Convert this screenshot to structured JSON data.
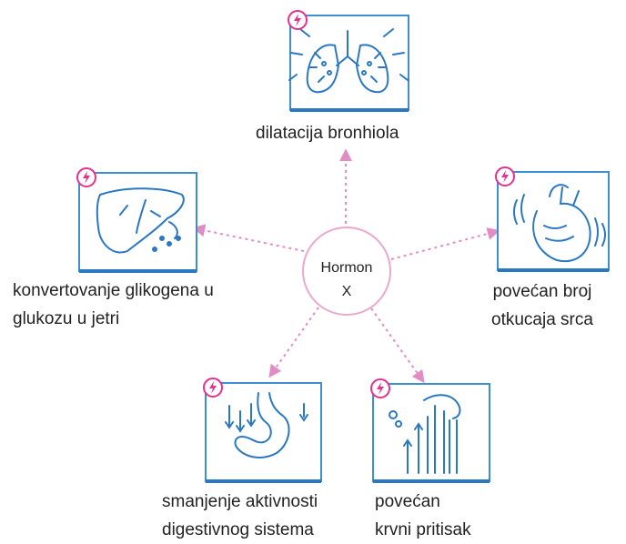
{
  "center": {
    "line1": "Hormon",
    "line2": "X"
  },
  "effects": [
    {
      "id": "lungs",
      "label_lines": [
        "dilatacija bronhiola"
      ]
    },
    {
      "id": "liver",
      "label_lines": [
        "konvertovanje glikogena u",
        "glukozu u jetri"
      ]
    },
    {
      "id": "heart",
      "label_lines": [
        "povećan broj",
        "otkucaja srca"
      ]
    },
    {
      "id": "stomach",
      "label_lines": [
        "smanjenje aktivnosti",
        "digestivnog sistema"
      ]
    },
    {
      "id": "vessels",
      "label_lines": [
        "povećan",
        "krvni pritisak"
      ]
    }
  ],
  "colors": {
    "accent": "#e5308f",
    "line": "#e38cc4",
    "box": "#3d8fcf",
    "icon": "#2a78c2",
    "text": "#222222"
  },
  "icons": {
    "badge": "lightning-badge-icon"
  }
}
